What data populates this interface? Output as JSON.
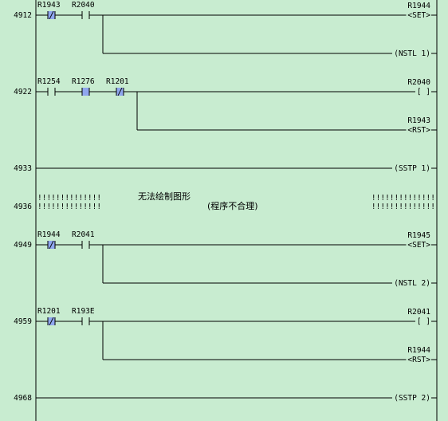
{
  "colors": {
    "background": "#c8ecd0",
    "line": "#000000",
    "contact_highlight": "#8fa6ee"
  },
  "rungs": [
    {
      "number": "4912",
      "contacts": [
        {
          "label": "R1943",
          "type": "nc",
          "highlight": true
        },
        {
          "label": "R2040",
          "type": "no",
          "highlight": false
        }
      ],
      "outputs": [
        {
          "label": "R1944",
          "coil": "<SET>"
        },
        {
          "label": "",
          "coil": "(NSTL      1)"
        }
      ]
    },
    {
      "number": "4922",
      "contacts": [
        {
          "label": "R1254",
          "type": "no",
          "highlight": false
        },
        {
          "label": "R1276",
          "type": "no",
          "highlight": true
        },
        {
          "label": "R1201",
          "type": "nc",
          "highlight": true
        }
      ],
      "outputs": [
        {
          "label": "R2040",
          "coil": "[  ]"
        },
        {
          "label": "R1943",
          "coil": "<RST>"
        }
      ]
    },
    {
      "number": "4933",
      "contacts": [],
      "outputs": [
        {
          "label": "",
          "coil": "(SSTP      1)"
        }
      ]
    },
    {
      "number": "4936",
      "invalid": true,
      "bang_top": "!!!!!!!!!!!!!!",
      "bang_bottom": "!!!!!!!!!!!!!!",
      "bang_right_top": "!!!!!!!!!!!!!!",
      "bang_right_bottom": "!!!!!!!!!!!!!!",
      "message_line1": "无法绘制图形",
      "message_line2": "(程序不合理)"
    },
    {
      "number": "4949",
      "contacts": [
        {
          "label": "R1944",
          "type": "nc",
          "highlight": true
        },
        {
          "label": "R2041",
          "type": "no",
          "highlight": false
        }
      ],
      "outputs": [
        {
          "label": "R1945",
          "coil": "<SET>"
        },
        {
          "label": "",
          "coil": "(NSTL      2)"
        }
      ]
    },
    {
      "number": "4959",
      "contacts": [
        {
          "label": "R1201",
          "type": "nc",
          "highlight": true
        },
        {
          "label": "R193E",
          "type": "no",
          "highlight": false
        }
      ],
      "outputs": [
        {
          "label": "R2041",
          "coil": "[  ]"
        },
        {
          "label": "R1944",
          "coil": "<RST>"
        }
      ]
    },
    {
      "number": "4968",
      "contacts": [],
      "outputs": [
        {
          "label": "",
          "coil": "(SSTP      2)"
        }
      ]
    }
  ]
}
